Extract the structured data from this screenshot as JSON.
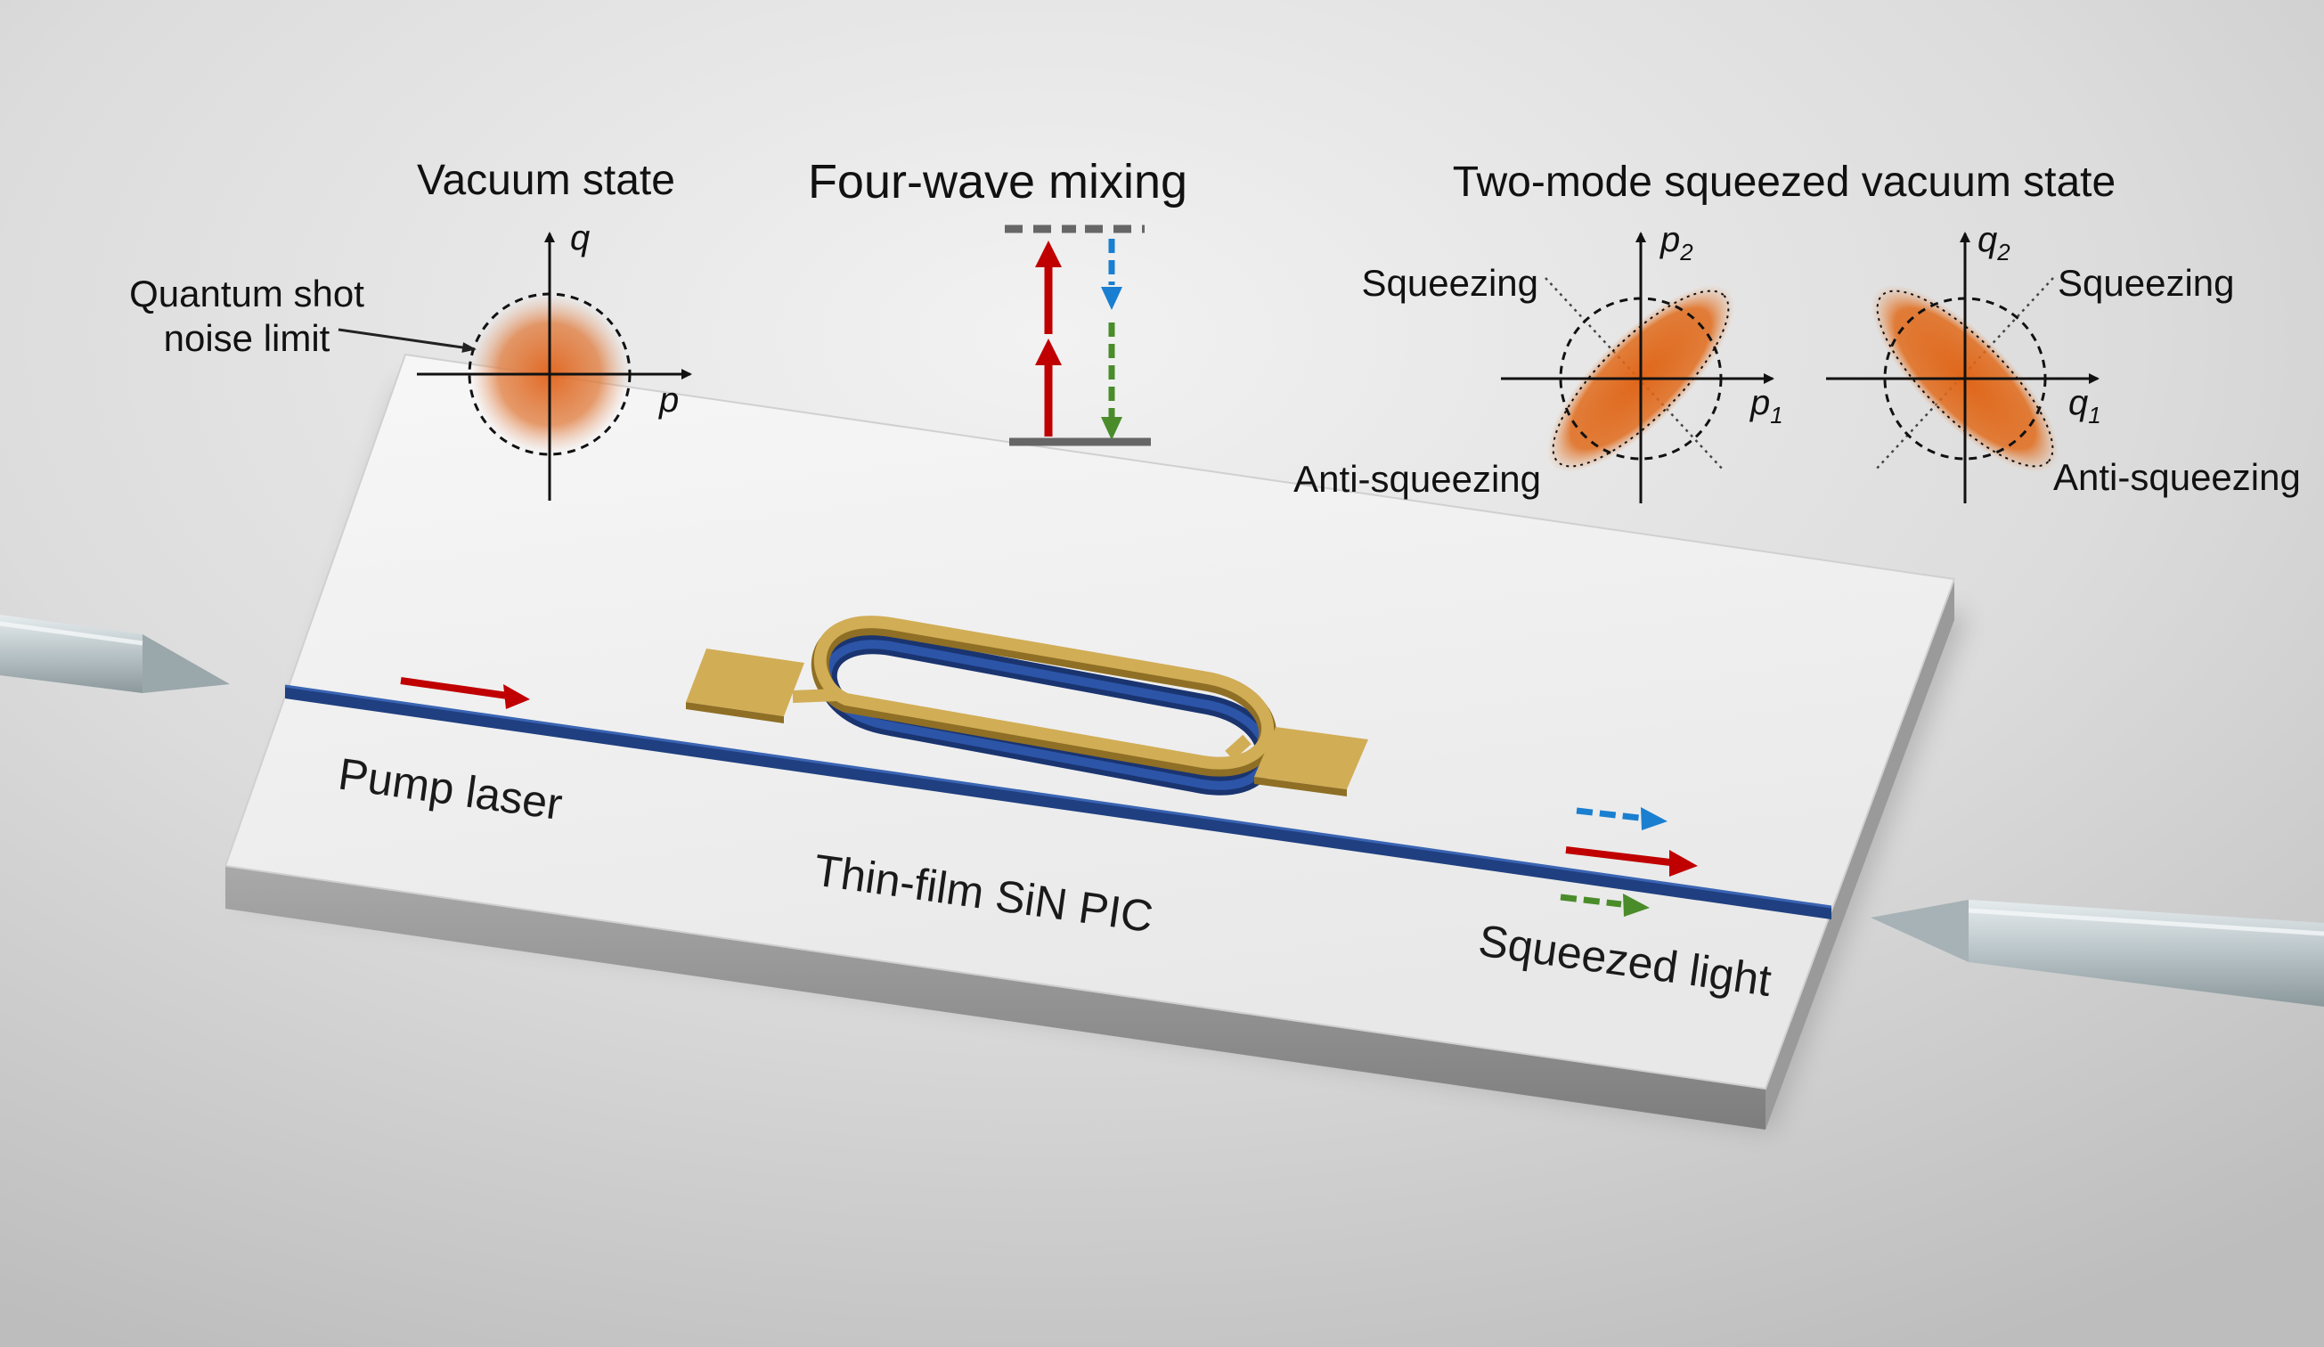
{
  "vacuum": {
    "title": "Vacuum state",
    "axis_q": "q",
    "axis_p": "p",
    "note_line1": "Quantum shot",
    "note_line2": "noise limit"
  },
  "fwm": {
    "title": "Four-wave mixing"
  },
  "tmsv": {
    "title": "Two-mode squeezed vacuum state",
    "left": {
      "axis_y": "p",
      "axis_y_sub": "2",
      "axis_x": "p",
      "axis_x_sub": "1",
      "squeezing": "Squeezing",
      "anti_squeezing": "Anti-squeezing"
    },
    "right": {
      "axis_y": "q",
      "axis_y_sub": "2",
      "axis_x": "q",
      "axis_x_sub": "1",
      "squeezing": "Squeezing",
      "anti_squeezing": "Anti-squeezing"
    }
  },
  "chip": {
    "pump_label": "Pump laser",
    "chip_label": "Thin-film SiN PIC",
    "output_label": "Squeezed light"
  },
  "colors": {
    "pump_red": "#c00000",
    "signal_blue": "#1a7fd0",
    "idler_green": "#4a8c2a",
    "waveguide": "#1f3f80",
    "heater_gold": "#c9a54a",
    "state_orange": "#e06a1a"
  }
}
